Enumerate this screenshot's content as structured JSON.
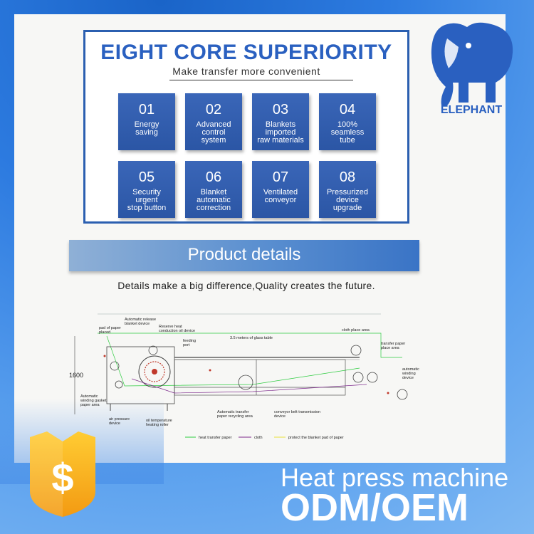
{
  "core": {
    "title": "EIGHT CORE SUPERIORITY",
    "subtitle": "Make transfer more convenient",
    "items": [
      {
        "num": "01",
        "label": "Energy\nsaving"
      },
      {
        "num": "02",
        "label": "Advanced\ncontrol\nsystem"
      },
      {
        "num": "03",
        "label": "Blankets\nimported\nraw materials"
      },
      {
        "num": "04",
        "label": "100%\nseamless\ntube"
      },
      {
        "num": "05",
        "label": "Security\nurgent\nstop button"
      },
      {
        "num": "06",
        "label": "Blanket\nautomatic\ncorrection"
      },
      {
        "num": "07",
        "label": "Ventilated\nconveyor"
      },
      {
        "num": "08",
        "label": "Pressurized\ndevice\nupgrade"
      }
    ]
  },
  "product": {
    "banner": "Product details",
    "tagline": "Details make a big difference,Quality creates the future."
  },
  "diagram": {
    "height_label": "1600",
    "glass_table": "3.5 meters of glass table",
    "labels": {
      "auto_release": "Automatic release",
      "auto_release2": "blanket device",
      "reserve_heat": "Reserve heat",
      "reserve_heat2": "conduction oil device",
      "pad_paper": "pad of paper",
      "pad_paper2": "placed",
      "feeding": "feeding",
      "feeding2": "port",
      "cloth_place": "cloth place area",
      "transfer_paper": "transfer paper",
      "transfer_paper2": "place area",
      "auto_winding": "automatic",
      "auto_winding2": "winding",
      "auto_winding3": "device",
      "auto_gasket": "Automatic",
      "auto_gasket2": "winding gasket",
      "auto_gasket3": "paper area",
      "air_pressure": "air pressure",
      "air_pressure2": "device",
      "oil_temp": "oil temperature",
      "oil_temp2": "heating roller",
      "auto_transfer": "Automatic transfer",
      "auto_transfer2": "paper recycling area",
      "conveyor": "conveyor belt transmission",
      "conveyor2": "device"
    },
    "legend": [
      {
        "label": "heat transfer paper",
        "color": "#2ecc40"
      },
      {
        "label": "cloth",
        "color": "#7d2a8c"
      },
      {
        "label": "protect the blanket pad of paper",
        "color": "#e8e03a"
      }
    ]
  },
  "brand": {
    "name": "ELEPHANT",
    "color": "#2a60c0",
    "badge_icon": "dollar-icon"
  },
  "footer": {
    "title": "Heat press machine",
    "subtitle": "ODM/OEM"
  }
}
